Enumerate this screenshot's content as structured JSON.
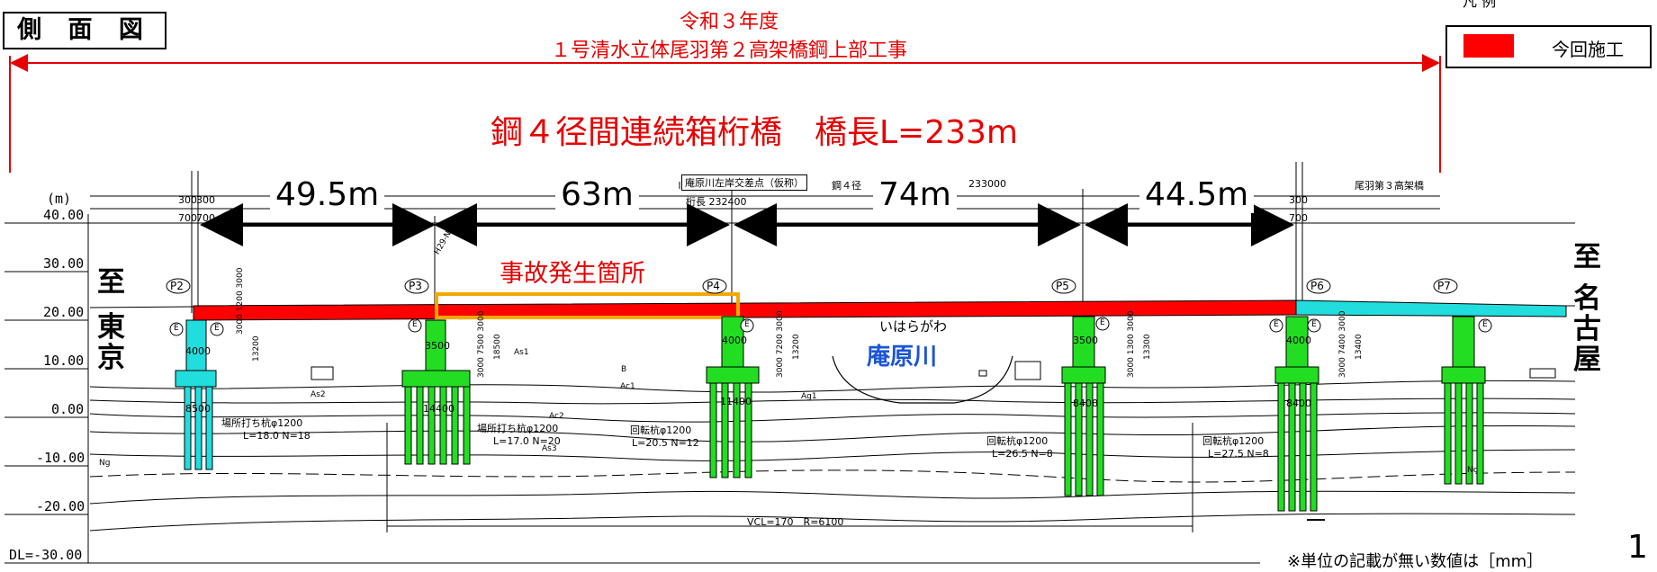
{
  "header": {
    "title_box": "側 面 図",
    "project_year": "令和３年度",
    "project_name": "１号清水立体尾羽第２高架橋鋼上部工事",
    "bridge_title": "鋼４径間連続箱桁橋　橋長L=233m"
  },
  "legend": {
    "title": "凡 例",
    "item_label": "今回施工",
    "item_color": "#ff0000"
  },
  "spans": [
    "49.5m",
    "63m",
    "74m",
    "44.5m"
  ],
  "accident_label": "事故発生箇所",
  "river": {
    "reading": "いはらがわ",
    "name": "庵原川"
  },
  "directions": {
    "left": [
      "至",
      "東",
      "京"
    ],
    "right": [
      "至",
      "名",
      "古",
      "屋"
    ]
  },
  "piers": [
    "P2",
    "P3",
    "P4",
    "P5",
    "P6",
    "P7"
  ],
  "elevation_scale": {
    "unit": "(m)",
    "labels": [
      "40.00",
      "30.00",
      "20.00",
      "10.00",
      "0.00",
      "-10.00",
      "-20.00",
      "DL=-30.00"
    ]
  },
  "drawing_annotations": {
    "intersection": "庵原川左岸交差点（仮称）",
    "girder_length": "桁長 232400",
    "length_233000": "233000",
    "steel_label": "鋼４径",
    "next_bridge": "尾羽第３高架橋",
    "no10": "H29-No.10",
    "vcl": "VCL=170　R=6100",
    "dims_left": [
      "300",
      "300",
      "700",
      "700"
    ],
    "dims_right_top": "300",
    "dims_right_bottom": "700",
    "footing_widths": [
      "8500",
      "14400",
      "11400",
      "8400",
      "8400"
    ],
    "pier_widths": [
      "4000",
      "3500",
      "4000",
      "3500",
      "4000"
    ],
    "pier_heights": [
      "3000 1200 3000",
      "13200",
      "3000 7500 3000",
      "18500",
      "3000 7200 3000",
      "13200",
      "3000 1300 3000",
      "13300",
      "3000 7400 3000",
      "13400"
    ],
    "piles": [
      {
        "type": "場所打ち杭φ1200",
        "spec": "L=18.0 N=18"
      },
      {
        "type": "場所打ち杭φ1200",
        "spec": "L=17.0 N=20"
      },
      {
        "type": "回転杭φ1200",
        "spec": "L=20.5 N=12"
      },
      {
        "type": "回転杭φ1200",
        "spec": "L=26.5 N=8"
      },
      {
        "type": "回転杭φ1200",
        "spec": "L=27.5 N=8"
      }
    ],
    "soil": [
      "As1",
      "As2",
      "Ac1",
      "Ac2",
      "Ag1",
      "As3",
      "Ng",
      "Nc",
      "B"
    ],
    "e_marker": "E"
  },
  "footer": {
    "unit_note": "※単位の記載が無い数値は［mm］",
    "page_number": "1"
  }
}
